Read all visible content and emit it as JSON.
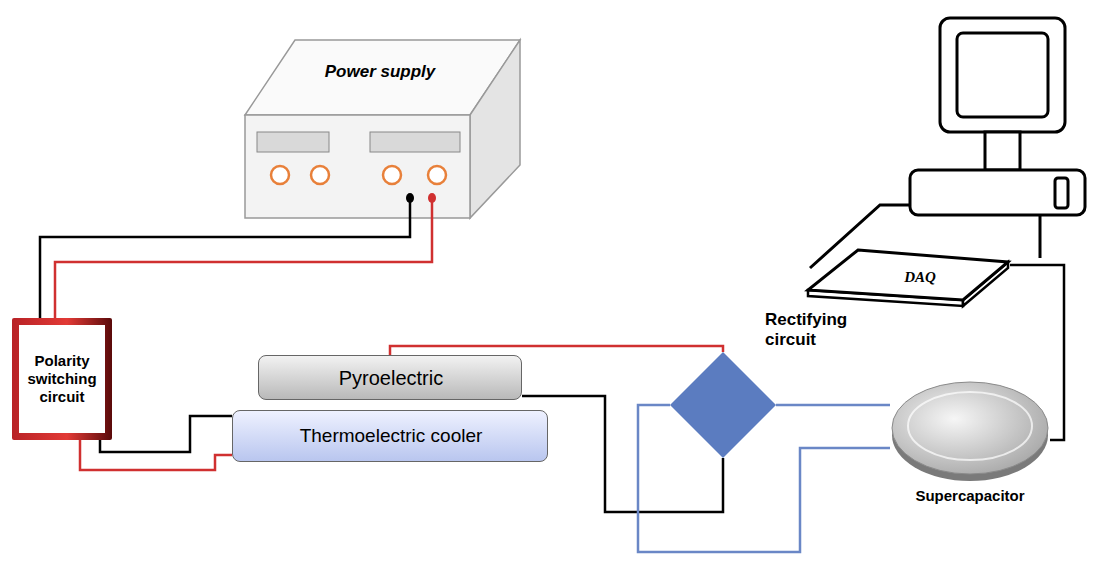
{
  "diagram": {
    "nodes": [
      {
        "text": [
          "Power supply"
        ]
      },
      {
        "text": [
          "Polarity switching circuit"
        ]
      },
      {
        "text": [
          "Pyroelectric"
        ]
      },
      {
        "text": [
          "Thermoelectric cooler"
        ]
      },
      {
        "text": [
          "Rectifying circuit"
        ]
      },
      {
        "text": [
          "Supercapacitor"
        ]
      },
      {
        "text": [
          "DAQ"
        ]
      }
    ],
    "edges": [
      {
        "from": 0,
        "to": 1,
        "arrow": "none"
      },
      {
        "from": 0,
        "to": 1,
        "arrow": "none"
      },
      {
        "from": 1,
        "to": 3,
        "arrow": "none"
      },
      {
        "from": 1,
        "to": 3,
        "arrow": "none"
      },
      {
        "from": 2,
        "to": 4,
        "arrow": "none"
      },
      {
        "from": 2,
        "to": 4,
        "arrow": "none"
      },
      {
        "from": 4,
        "to": 5,
        "arrow": "none"
      },
      {
        "from": 4,
        "to": 5,
        "arrow": "none"
      },
      {
        "from": 6,
        "to": 5,
        "arrow": "none"
      }
    ]
  }
}
